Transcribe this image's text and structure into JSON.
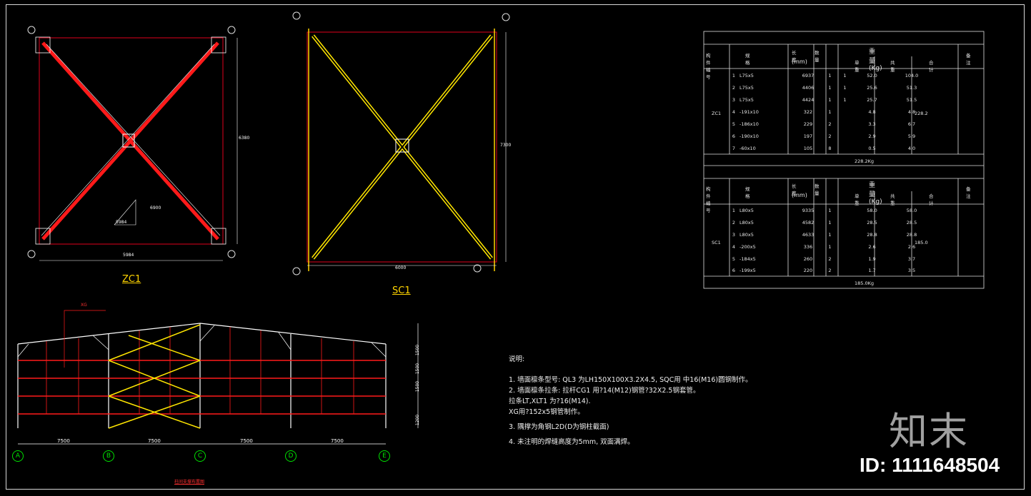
{
  "drawings": {
    "zc1": {
      "caption": "ZC1",
      "width_dim": "5984",
      "height_dim": "6380",
      "slope_a": "6900",
      "slope_b": "5984"
    },
    "sc1": {
      "caption": "SC1",
      "width_dim": "6000",
      "height_dim": "7300"
    },
    "elevation": {
      "title": "柱间支撑布置图",
      "xg_label": "XG",
      "axes": [
        "A",
        "B",
        "C",
        "D",
        "E"
      ],
      "spans": [
        "7500",
        "7500",
        "7500",
        "7500"
      ],
      "levels": [
        "1500",
        "1500",
        "1500",
        "1200"
      ]
    }
  },
  "tables": [
    {
      "header": [
        "构件编号",
        "规 格",
        "长 度",
        "数 量",
        "重 量 (Kg)",
        "备 注"
      ],
      "sub": [
        "(mm)",
        "正",
        "反",
        "单重",
        "共重",
        "合计"
      ],
      "group": "ZC1",
      "total": "228.2",
      "rows": [
        [
          "1",
          "L75x5",
          "6937",
          "1",
          "1",
          "52.0",
          "104.0"
        ],
        [
          "2",
          "L75x5",
          "4406",
          "1",
          "1",
          "25.6",
          "51.3"
        ],
        [
          "3",
          "L75x5",
          "4424",
          "1",
          "1",
          "25.7",
          "51.5"
        ],
        [
          "4",
          "-191x10",
          "322",
          "1",
          "",
          "4.8",
          "4.8"
        ],
        [
          "5",
          "-186x10",
          "229",
          "2",
          "",
          "3.3",
          "6.7"
        ],
        [
          "6",
          "-190x10",
          "197",
          "2",
          "",
          "2.9",
          "5.9"
        ],
        [
          "7",
          "-60x10",
          "105",
          "8",
          "",
          "0.5",
          "4.0"
        ]
      ],
      "footer": "228.2Kg"
    },
    {
      "header": [
        "构件编号",
        "规 格",
        "长 度",
        "数 量",
        "重 量 (Kg)",
        "备 注"
      ],
      "sub": [
        "(mm)",
        "正",
        "反",
        "单重",
        "共重",
        "合计"
      ],
      "group": "SC1",
      "total": "185.0",
      "rows": [
        [
          "1",
          "L80x5",
          "9335",
          "1",
          "",
          "58.0",
          "58.0"
        ],
        [
          "2",
          "L80x5",
          "4582",
          "1",
          "",
          "28.5",
          "28.5"
        ],
        [
          "3",
          "L80x5",
          "4633",
          "1",
          "",
          "28.8",
          "28.8"
        ],
        [
          "4",
          "-200x5",
          "336",
          "1",
          "",
          "2.6",
          "2.6"
        ],
        [
          "5",
          "-184x5",
          "260",
          "2",
          "",
          "1.9",
          "3.7"
        ],
        [
          "6",
          "-199x5",
          "220",
          "2",
          "",
          "1.7",
          "3.5"
        ]
      ],
      "footer": "185.0Kg"
    }
  ],
  "notes": {
    "heading": "说明:",
    "lines": [
      "1.  墙面檩条型号: QL3 为LH150X100X3.2X4.5,       SQC用 中16(M16)圆钢制作。",
      "2.  墙面檩条拉条: 拉杆CG1 用?14(M12)钢管?32X2.5钢套管。",
      "                   拉条LT,XLT1 为?16(M14).",
      "                   XG用?152x5钢管制作。",
      "3. 隅撑为角钢L2D(D为钢柱截面)",
      "4. 未注明的焊缝高度为5mm, 双面满焊。"
    ]
  },
  "watermark": {
    "logo": "知末",
    "id": "ID: 1111648504"
  }
}
